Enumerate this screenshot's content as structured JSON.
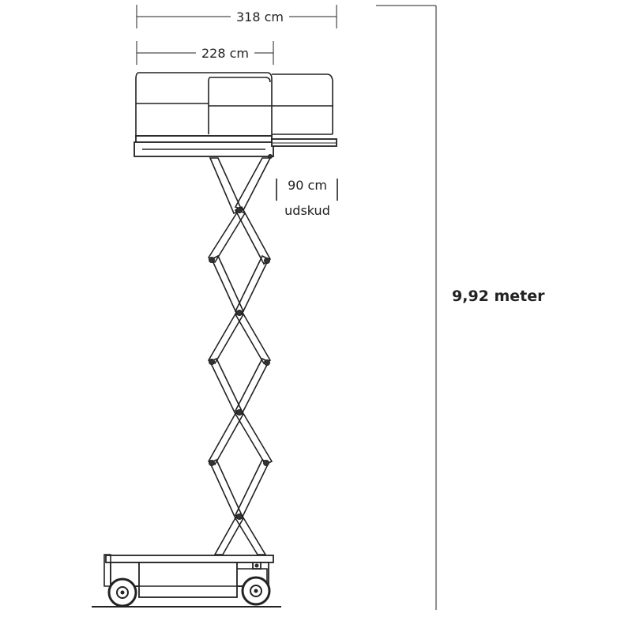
{
  "dimensions": {
    "total_width": "318 cm",
    "platform_width": "228 cm",
    "overhang": "90 cm",
    "overhang_label": "udskud",
    "working_height": "9,92 meter"
  },
  "colors": {
    "line": "#222222",
    "background": "#ffffff"
  }
}
